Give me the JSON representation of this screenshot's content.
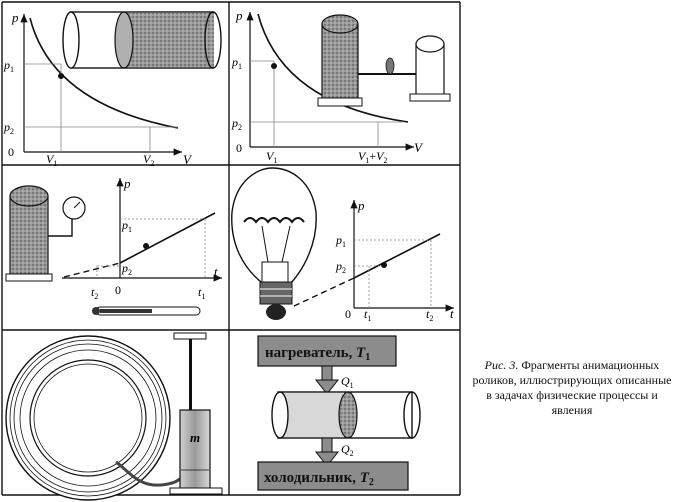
{
  "caption": {
    "lead": "Рис. 3.",
    "text": "Фрагменты анимационных роликов, иллюстрирующих описанные в задачах физические процессы и явления"
  },
  "panel1": {
    "axis_y": "p",
    "axis_x": "V",
    "p1": "p",
    "p1_sub": "1",
    "p2": "p",
    "p2_sub": "2",
    "origin": "0",
    "v1": "V",
    "v1_sub": "1",
    "v2": "V",
    "v2_sub": "2"
  },
  "panel2": {
    "axis_y": "p",
    "axis_x": "V",
    "p1": "p",
    "p1_sub": "1",
    "p2": "p",
    "p2_sub": "2",
    "origin": "0",
    "v1": "V",
    "v1_sub": "1",
    "vsum_a": "V",
    "vsum_a_sub": "1",
    "vsum_plus": "+",
    "vsum_b": "V",
    "vsum_b_sub": "2"
  },
  "panel3": {
    "axis_y": "p",
    "axis_x": "t",
    "p1": "p",
    "p1_sub": "1",
    "p2": "p",
    "p2_sub": "2",
    "t2": "t",
    "t2_sub": "2",
    "origin": "0",
    "t1": "t",
    "t1_sub": "1"
  },
  "panel4": {
    "axis_y": "p",
    "axis_x": "t",
    "p1": "p",
    "p1_sub": "1",
    "p2": "p",
    "p2_sub": "2",
    "origin": "0",
    "t1": "t",
    "t1_sub": "1",
    "t2": "t",
    "t2_sub": "2"
  },
  "panel5": {
    "mass": "m"
  },
  "panel6": {
    "heater": "нагреватель, ",
    "heater_T": "T",
    "heater_sub": "1",
    "cooler": "холодильник, ",
    "cooler_T": "T",
    "cooler_sub": "2",
    "q1": "Q",
    "q1_sub": "1",
    "q2": "Q",
    "q2_sub": "2"
  },
  "colors": {
    "ink": "#111111",
    "grid": "#888888",
    "grey": "#9a9a9a",
    "dark": "#555555",
    "box": "#8c8c8c"
  }
}
